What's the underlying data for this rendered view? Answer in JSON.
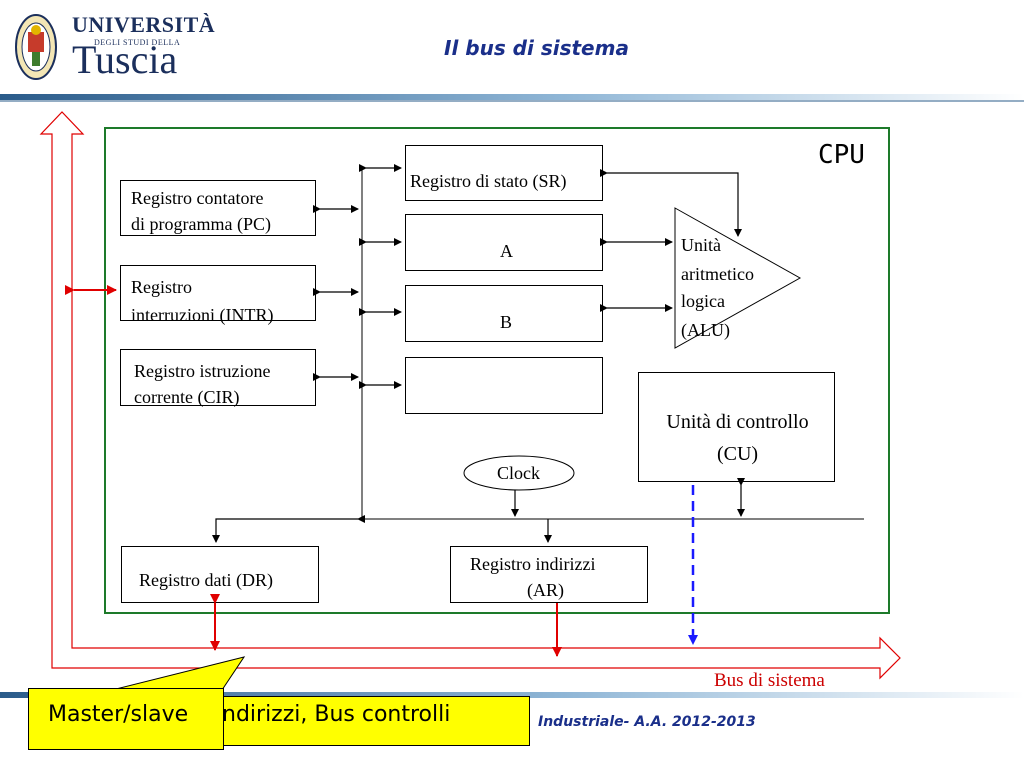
{
  "header": {
    "logo": {
      "line1": "UNIVERSITÀ",
      "line2": "DEGLI STUDI DELLA",
      "line3": "Tuscia"
    },
    "title": "Il bus di sistema"
  },
  "footer": {
    "text": "Industriale- A.A. 2012-2013"
  },
  "diagram": {
    "cpu_label": "CPU",
    "registers": {
      "pc": [
        "Registro contatore",
        "di programma (PC)"
      ],
      "intr": [
        "Registro",
        "interruzioni (INTR)"
      ],
      "cir": [
        "Registro istruzione",
        "corrente (CIR)"
      ],
      "sr": "Registro di stato (SR)",
      "a": "A",
      "b": "B",
      "empty": "",
      "dr": "Registro dati (DR)",
      "ar": [
        "Registro indirizzi",
        "(AR)"
      ]
    },
    "alu": [
      "Unità",
      "aritmetico",
      "logica",
      "(ALU)"
    ],
    "cu": [
      "Unità di controllo",
      "(CU)"
    ],
    "clock": "Clock",
    "bus_label": "Bus di sistema"
  },
  "callouts": {
    "back": "ndirizzi, Bus controlli",
    "front": "Master/slave"
  },
  "colors": {
    "title_blue": "#1a2f8a",
    "cpu_green": "#1d7a2a",
    "bus_red": "#e00000",
    "control_blue": "#1a1aff",
    "callout_yellow": "#ffff00"
  }
}
